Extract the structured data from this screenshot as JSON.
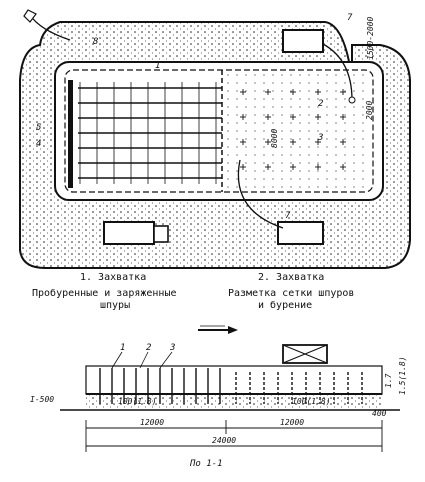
{
  "captions": {
    "zone1_title": "1. Захватка",
    "zone1_desc_line1": "Пробуренные и заряженные",
    "zone1_desc_line2": "шпуры",
    "zone2_title": "2. Захватка",
    "zone2_desc_line1": "Разметка сетки шпуров",
    "zone2_desc_line2": "и бурение"
  },
  "plan": {
    "callouts": [
      "7",
      "8",
      "1",
      "5",
      "4",
      "2",
      "3",
      "7"
    ],
    "dims": [
      "8000",
      "2000",
      "1500-2000"
    ]
  },
  "section": {
    "callouts": [
      "1",
      "2",
      "3"
    ],
    "spans": [
      "12000",
      "12000",
      "24000"
    ],
    "spacing_labels": [
      "100(1.8)",
      "100(1.8)"
    ],
    "heights": [
      "1.7",
      "1.5(1.8)"
    ],
    "side_marks": [
      "I-500",
      "400"
    ],
    "title": "По 1-1"
  },
  "colors": {
    "ink": "#111111",
    "paper": "#ffffff"
  }
}
